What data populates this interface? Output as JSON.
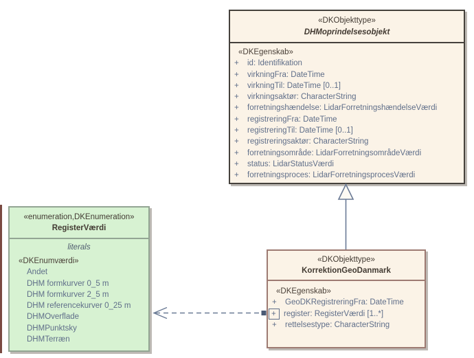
{
  "classes": {
    "dhm": {
      "stereotype": "«DKObjekttype»",
      "name": "DHMoprindelsesobjekt",
      "attr_stereotype": "«DKEgenskab»",
      "attributes": [
        {
          "vis": "+",
          "text": "id: Identifikation"
        },
        {
          "vis": "+",
          "text": "virkningFra: DateTime"
        },
        {
          "vis": "+",
          "text": "virkningTil: DateTime [0..1]"
        },
        {
          "vis": "+",
          "text": "virkningsaktør: CharacterString"
        },
        {
          "vis": "+",
          "text": "forretningshændelse: LidarForretningshændelseVærdi"
        },
        {
          "vis": "+",
          "text": "registreringFra: DateTime"
        },
        {
          "vis": "+",
          "text": "registreringTil: DateTime [0..1]"
        },
        {
          "vis": "+",
          "text": "registreringsaktør: CharacterString"
        },
        {
          "vis": "+",
          "text": "forretningsområde: LidarForretningsområdeVærdi"
        },
        {
          "vis": "+",
          "text": "status: LidarStatusVærdi"
        },
        {
          "vis": "+",
          "text": "forretningsproces: LidarForretningsprocesVærdi"
        }
      ]
    },
    "registervaerdi": {
      "stereotype": "«enumeration,DKEnumeration»",
      "name": "RegisterVærdi",
      "compartment_label": "literals",
      "literal_stereotype": "«DKEnumværdi»",
      "literals": [
        "Andet",
        "DHM formkurver 0_5 m",
        "DHM formkurver 2_5 m",
        "DHM referencekurver 0_25 m",
        "DHMOverflade",
        "DHMPunktsky",
        "DHMTerræn"
      ]
    },
    "korrektion": {
      "stereotype": "«DKObjekttype»",
      "name": "KorrektionGeoDanmark",
      "attr_stereotype": "«DKEgenskab»",
      "attributes": [
        {
          "vis": "+",
          "text": "GeoDKRegistreringFra: DateTime"
        },
        {
          "vis": "+",
          "text": "register: RegisterVærdi [1..*]"
        },
        {
          "vis": "+",
          "text": "rettelsestype: CharacterString"
        }
      ]
    }
  },
  "connectors": {
    "generalization": "KorrektionGeoDanmark-to-DHMoprindelsesobjekt",
    "association": "register-attribute-to-RegisterVærdi"
  },
  "colors": {
    "class_fill": "#fbf3e7",
    "class_border_dark": "#45413c",
    "class_border_maroon": "#9d7a72",
    "enum_fill": "#d7f2d2",
    "enum_border": "#93a593",
    "attribute_text": "#5f6e89",
    "name_text": "#423a32",
    "connector": "#6a7a95",
    "shadow": "#bdb9b4",
    "clipped_edge": "#7a4a42"
  }
}
